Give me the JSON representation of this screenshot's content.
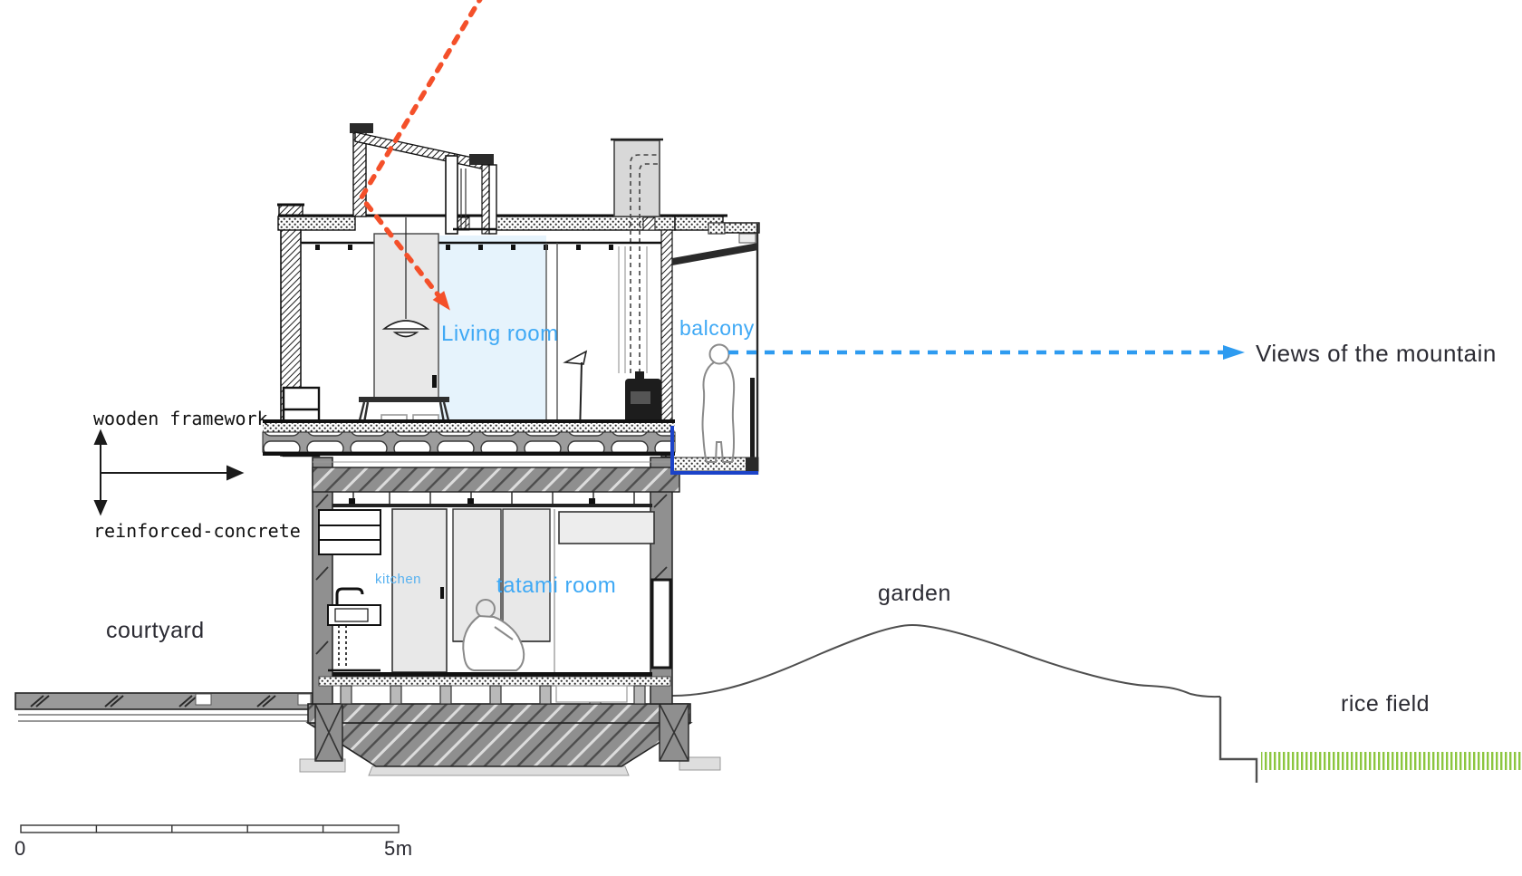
{
  "title": "House cross-section diagram",
  "labels": {
    "living_room": "Living room",
    "balcony": "balcony",
    "views": "Views of the mountain",
    "wooden_framework": "wooden framework",
    "reinforced_concrete": "reinforced-concrete",
    "kitchen": "kitchen",
    "tatami_room": "tatami room",
    "courtyard": "courtyard",
    "garden": "garden",
    "rice_field": "rice field"
  },
  "scale_bar": {
    "zero_label": "0",
    "end_label": "5m",
    "segments": 5
  },
  "palette": {
    "label_blue": "#3FA9F5",
    "kitchen_blue": "#57B1F0",
    "view_arrow_blue": "#2E9BF0",
    "waterproofing_blue": "#1C43C8",
    "sunray_orange": "#F4502A",
    "grass_green": "#8CC63F",
    "text_dark": "#2b2b33",
    "concrete_gray": "#8f8f8f",
    "panel_gray": "#e8e8e8",
    "lightwell_blue": "#e6f3fc"
  }
}
